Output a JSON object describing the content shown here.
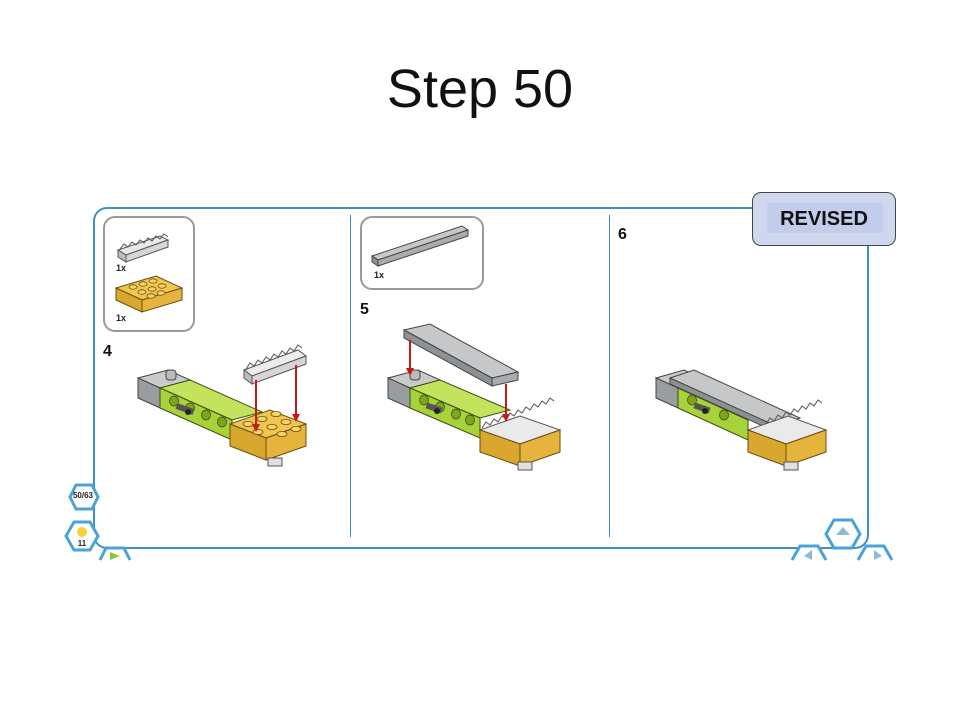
{
  "slide": {
    "title": "Step 50"
  },
  "badge": {
    "label": "REVISED"
  },
  "panels": [
    {
      "step": "4",
      "parts": [
        {
          "qty": "1x",
          "name": "gear-rack"
        },
        {
          "qty": "1x",
          "name": "yellow-brick-2x4"
        }
      ]
    },
    {
      "step": "5",
      "parts": [
        {
          "qty": "1x",
          "name": "grey-plate"
        }
      ]
    },
    {
      "step": "6",
      "parts": []
    }
  ],
  "navigation": {
    "page_indicator": "50/63",
    "item_count": "11"
  },
  "colors": {
    "frame": "#3d8fc8",
    "green_brick": "#a8d23a",
    "yellow_brick": "#e6b43c",
    "grey_part": "#a9acaf",
    "arrow": "#c41a1a"
  }
}
